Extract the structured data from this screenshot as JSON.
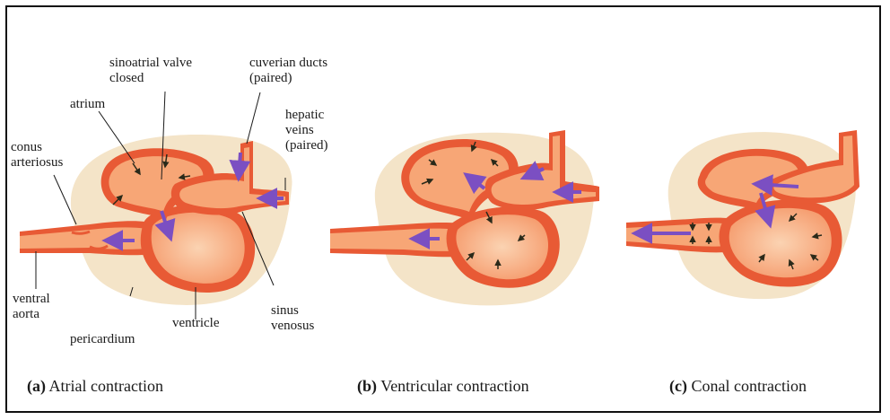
{
  "labels": {
    "sinoatrial_valve": "sinoatrial valve\nclosed",
    "cuverian_ducts": "cuverian ducts\n(paired)",
    "atrium": "atrium",
    "hepatic_veins": "hepatic\nveins\n(paired)",
    "conus_arteriosus": "conus\narteriosus",
    "ventral_aorta": "ventral\naorta",
    "pericardium": "pericardium",
    "ventricle": "ventricle",
    "sinus_venosus": "sinus\nvenosus"
  },
  "captions": [
    {
      "letter": "(a)",
      "text": "Atrial contraction"
    },
    {
      "letter": "(b)",
      "text": "Ventricular contraction"
    },
    {
      "letter": "(c)",
      "text": "Conal contraction"
    }
  ],
  "colors": {
    "pericardium_fill": "#f4e4c8",
    "wall": "#e85a35",
    "lumen": "#f7a676",
    "lumen_light": "#f9c49e",
    "flow_arrow": "#7b4fc2",
    "pressure_arrow": "#2a2a1a"
  }
}
